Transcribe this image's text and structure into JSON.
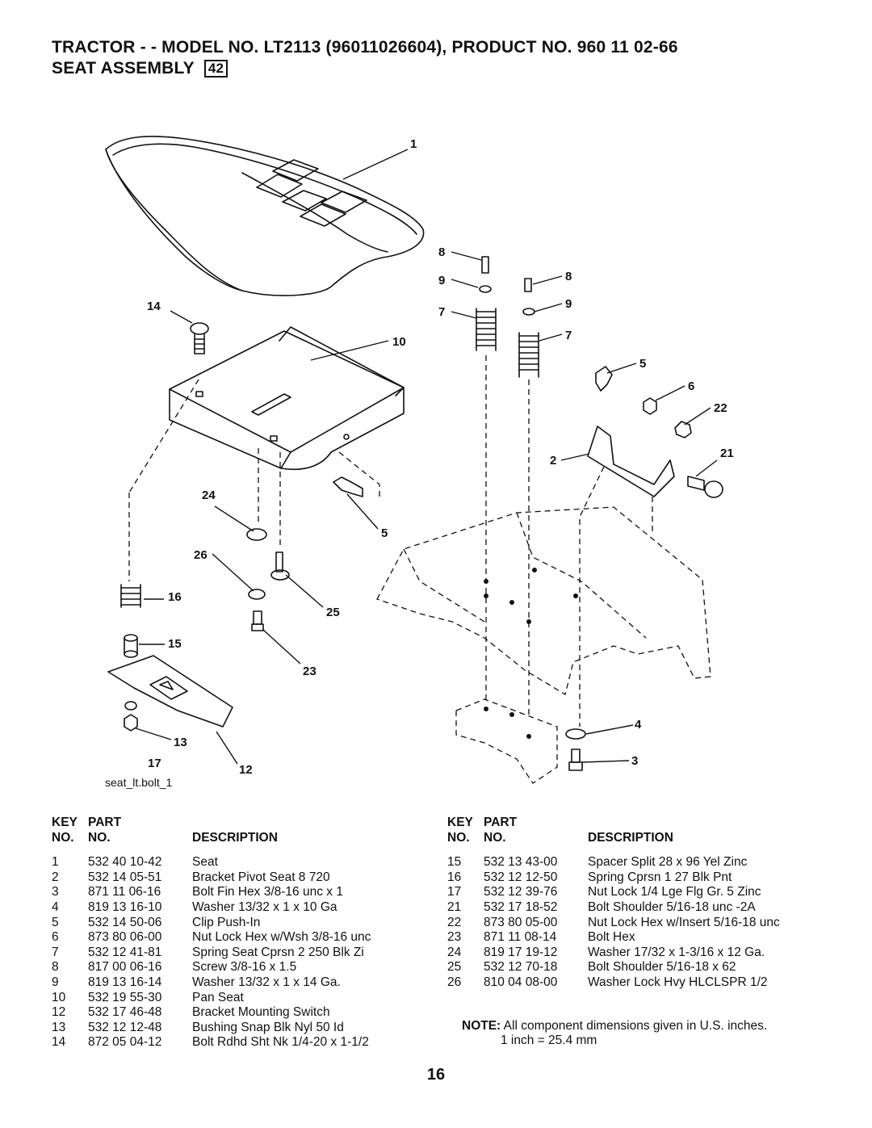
{
  "header": {
    "title_line1": "TRACTOR - - MODEL NO. LT2113   (96011026604), PRODUCT NO. 960 11 02-66",
    "title_line2": "SEAT ASSEMBLY",
    "section_number": "42"
  },
  "figure": {
    "caption": "seat_lt.bolt_1",
    "callouts": {
      "c1": "1",
      "c2": "2",
      "c3": "3",
      "c4": "4",
      "c5a": "5",
      "c5b": "5",
      "c6": "6",
      "c7a": "7",
      "c7b": "7",
      "c8a": "8",
      "c8b": "8",
      "c9a": "9",
      "c9b": "9",
      "c10": "10",
      "c12": "12",
      "c13": "13",
      "c14": "14",
      "c15": "15",
      "c16": "16",
      "c17": "17",
      "c21": "21",
      "c22": "22",
      "c23": "23",
      "c24": "24",
      "c25": "25",
      "c26": "26"
    }
  },
  "table_headers": {
    "key_line1": "KEY",
    "part_line1": "PART",
    "key_line2": "NO.",
    "part_line2": "NO.",
    "description": "DESCRIPTION"
  },
  "parts_left": [
    {
      "key": "1",
      "part": "532 40 10-42",
      "desc": "Seat"
    },
    {
      "key": "2",
      "part": "532 14 05-51",
      "desc": "Bracket Pivot Seat 8 720"
    },
    {
      "key": "3",
      "part": "871 11 06-16",
      "desc": "Bolt Fin Hex 3/8-16 unc x 1"
    },
    {
      "key": "4",
      "part": "819 13 16-10",
      "desc": "Washer 13/32 x 1 x 10 Ga"
    },
    {
      "key": "5",
      "part": "532 14 50-06",
      "desc": "Clip Push-In"
    },
    {
      "key": "6",
      "part": "873 80 06-00",
      "desc": "Nut Lock Hex w/Wsh 3/8-16 unc"
    },
    {
      "key": "7",
      "part": "532 12 41-81",
      "desc": "Spring Seat Cprsn 2 250 Blk Zi"
    },
    {
      "key": "8",
      "part": "817 00 06-16",
      "desc": "Screw 3/8-16 x 1.5"
    },
    {
      "key": "9",
      "part": "819 13 16-14",
      "desc": "Washer 13/32 x 1 x 14 Ga."
    },
    {
      "key": "10",
      "part": "532 19 55-30",
      "desc": "Pan Seat"
    },
    {
      "key": "12",
      "part": "532 17 46-48",
      "desc": "Bracket Mounting Switch"
    },
    {
      "key": "13",
      "part": "532 12 12-48",
      "desc": "Bushing Snap Blk Nyl 50 Id"
    },
    {
      "key": "14",
      "part": "872 05 04-12",
      "desc": "Bolt Rdhd Sht Nk 1/4-20 x 1-1/2"
    }
  ],
  "parts_right": [
    {
      "key": "15",
      "part": "532 13 43-00",
      "desc": "Spacer Split 28 x 96 Yel Zinc"
    },
    {
      "key": "16",
      "part": "532 12 12-50",
      "desc": "Spring Cprsn 1 27 Blk Pnt"
    },
    {
      "key": "17",
      "part": "532 12 39-76",
      "desc": "Nut Lock 1/4 Lge Flg Gr. 5 Zinc"
    },
    {
      "key": "21",
      "part": "532 17 18-52",
      "desc": "Bolt Shoulder 5/16-18 unc -2A"
    },
    {
      "key": "22",
      "part": "873 80 05-00",
      "desc": "Nut Lock Hex w/Insert 5/16-18 unc"
    },
    {
      "key": "23",
      "part": "871 11 08-14",
      "desc": "Bolt Hex"
    },
    {
      "key": "24",
      "part": "819 17 19-12",
      "desc": "Washer 17/32 x 1-3/16 x 12 Ga."
    },
    {
      "key": "25",
      "part": "532 12 70-18",
      "desc": "Bolt Shoulder 5/16-18 x 62"
    },
    {
      "key": "26",
      "part": "810 04 08-00",
      "desc": "Washer Lock Hvy HLCLSPR 1/2"
    }
  ],
  "note": {
    "label": "NOTE:",
    "line1": "All component dimensions given in U.S. inches.",
    "line2": "1 inch = 25.4 mm"
  },
  "page_number": "16"
}
